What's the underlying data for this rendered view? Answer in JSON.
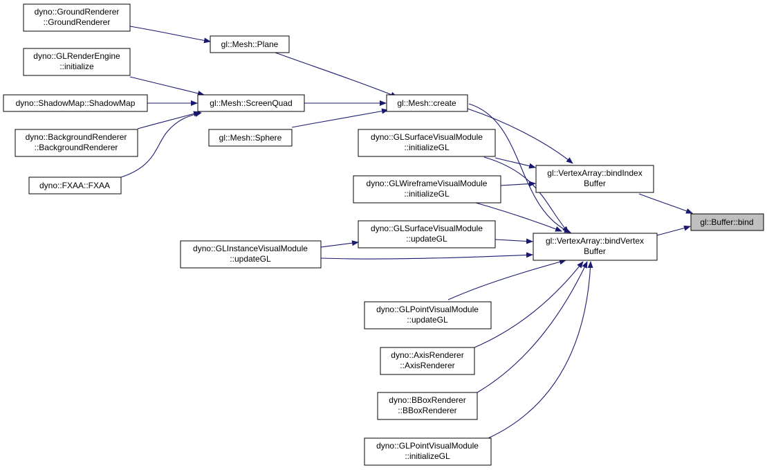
{
  "graph": {
    "nodes": {
      "ground": [
        "dyno::GroundRenderer",
        "::GroundRenderer"
      ],
      "plane": [
        "gl::Mesh::Plane"
      ],
      "glre": [
        "dyno::GLRenderEngine",
        "::initialize"
      ],
      "shadow": [
        "dyno::ShadowMap::ShadowMap"
      ],
      "bg": [
        "dyno::BackgroundRenderer",
        "::BackgroundRenderer"
      ],
      "fxaa": [
        "dyno::FXAA::FXAA"
      ],
      "sq": [
        "gl::Mesh::ScreenQuad"
      ],
      "sphere": [
        "gl::Mesh::Sphere"
      ],
      "create": [
        "gl::Mesh::create"
      ],
      "gsvm_init": [
        "dyno::GLSurfaceVisualModule",
        "::initializeGL"
      ],
      "gwvm_init": [
        "dyno::GLWireframeVisualModule",
        "::initializeGL"
      ],
      "gsvm_upd": [
        "dyno::GLSurfaceVisualModule",
        "::updateGL"
      ],
      "givm_upd": [
        "dyno::GLInstanceVisualModule",
        "::updateGL"
      ],
      "gpvm_upd": [
        "dyno::GLPointVisualModule",
        "::updateGL"
      ],
      "axis": [
        "dyno::AxisRenderer",
        "::AxisRenderer"
      ],
      "bbox": [
        "dyno::BBoxRenderer",
        "::BBoxRenderer"
      ],
      "gpvm_init": [
        "dyno::GLPointVisualModule",
        "::initializeGL"
      ],
      "bindIndex": [
        "gl::VertexArray::bindIndex",
        "Buffer"
      ],
      "bindVertex": [
        "gl::VertexArray::bindVertex",
        "Buffer"
      ],
      "bufbind": [
        "gl::Buffer::bind"
      ]
    },
    "highlight_node": "bufbind",
    "edge_color": "#191970",
    "highlight_fill": "#bfbfbf",
    "edges": [
      [
        "ground",
        "plane"
      ],
      [
        "plane",
        "create"
      ],
      [
        "glre",
        "sq"
      ],
      [
        "shadow",
        "sq"
      ],
      [
        "bg",
        "sq"
      ],
      [
        "fxaa",
        "sq"
      ],
      [
        "sq",
        "create"
      ],
      [
        "sphere",
        "create"
      ],
      [
        "create",
        "bindIndex"
      ],
      [
        "create",
        "bindVertex"
      ],
      [
        "gsvm_init",
        "bindIndex"
      ],
      [
        "gsvm_init",
        "bindVertex"
      ],
      [
        "gwvm_init",
        "bindIndex"
      ],
      [
        "gwvm_init",
        "bindVertex"
      ],
      [
        "givm_upd",
        "gsvm_upd"
      ],
      [
        "givm_upd",
        "bindVertex"
      ],
      [
        "gsvm_upd",
        "bindVertex"
      ],
      [
        "gpvm_upd",
        "bindVertex"
      ],
      [
        "axis",
        "bindVertex"
      ],
      [
        "bbox",
        "bindVertex"
      ],
      [
        "gpvm_init",
        "bindVertex"
      ],
      [
        "bindIndex",
        "bufbind"
      ],
      [
        "bindVertex",
        "bufbind"
      ]
    ]
  }
}
